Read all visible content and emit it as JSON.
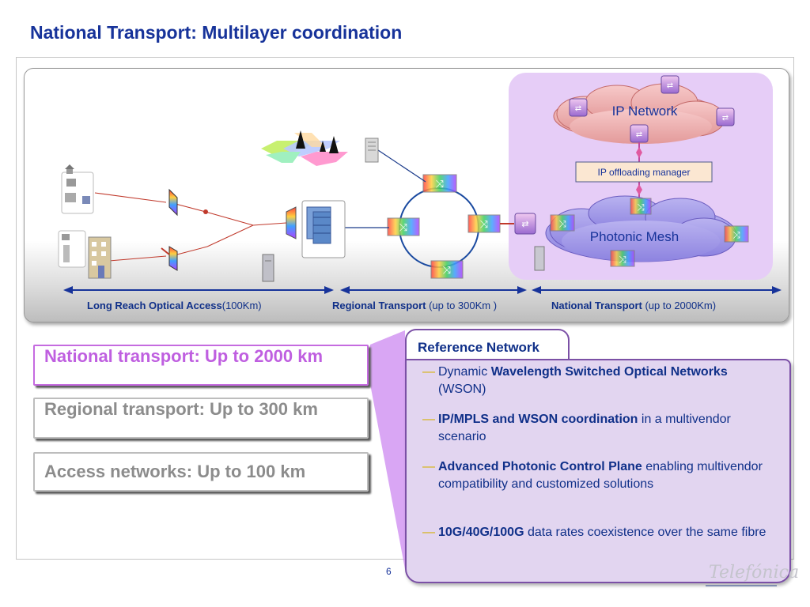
{
  "title": "National Transport: Multilayer coordination",
  "diagram": {
    "ip_network_label": "IP Network",
    "ip_offloading_label": "IP offloading manager",
    "photonic_mesh_label": "Photonic Mesh",
    "segments": [
      {
        "bold": "Long Reach Optical Access",
        "rest": "(100Km)"
      },
      {
        "bold": "Regional Transport",
        "rest": " (up to 300Km )"
      },
      {
        "bold": "National Transport",
        "rest": " (up to 2000Km)"
      }
    ]
  },
  "scope_boxes": [
    {
      "text": "National  transport: Up to 2000 km"
    },
    {
      "text": "Regional transport: Up to 300 km"
    },
    {
      "text": "Access networks: Up to 100 km"
    }
  ],
  "reference": {
    "title": "Reference Network",
    "dash": "—",
    "bullets": [
      {
        "pre": "Dynamic ",
        "bold": "Wavelength Switched Optical Networks",
        "post": " (WSON)"
      },
      {
        "pre": "",
        "bold": "IP/MPLS and  WSON coordination",
        "post": " in a multivendor scenario"
      },
      {
        "pre": "",
        "bold": "Advanced Photonic Control Plane",
        "post": "  enabling multivendor compatibility and customized solutions"
      },
      {
        "pre": "",
        "bold": "10G/40G/100G",
        "post": " data rates coexistence over the same fibre"
      }
    ]
  },
  "page_number": "6",
  "logo": "Telefónica",
  "colors": {
    "title": "#17339a",
    "highlight": "#bf5fe0",
    "panel": "#e2d5f0",
    "national_bg": "#e6cdf7",
    "bullet_dash": "#d4b000"
  }
}
